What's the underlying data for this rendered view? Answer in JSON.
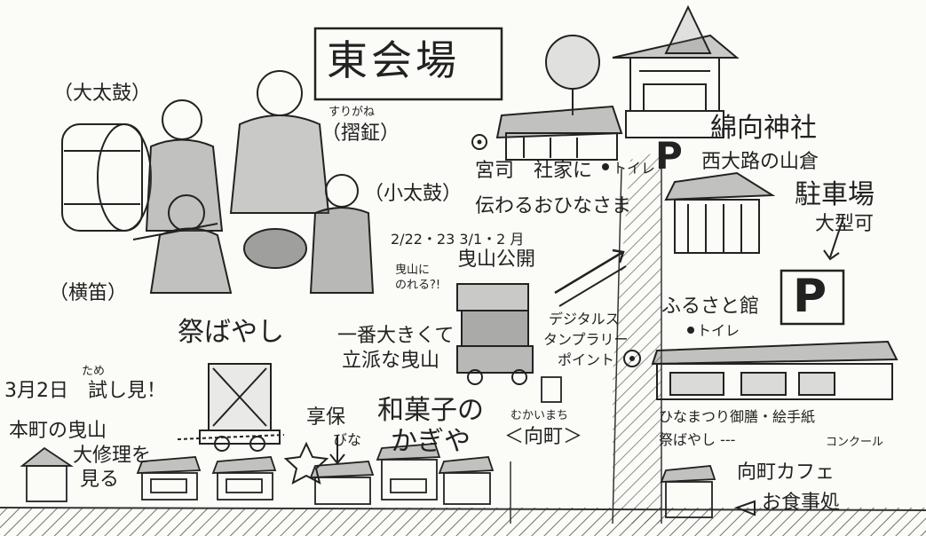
{
  "title": "東会場",
  "labels": {
    "odaiko": "（大太鼓）",
    "suri": "すりがね",
    "surigane": "（摺鉦）",
    "kodaiko": "（小太鼓）",
    "yokobue": "（横笛）",
    "matsuri_bayashi": "祭ばやし",
    "tame": "ため",
    "trial": "3月2日　試し見！",
    "honmachi_1": "本町の曳山",
    "honmachi_2": "大修理を",
    "honmachi_3": "見る",
    "kyoho_1": "享保",
    "kyoho_2": "びな",
    "wagashi_1": "和菓子の",
    "wagashi_2": "かぎや",
    "ichiban_1": "一番大きくて",
    "ichiban_2": "立派な曳山",
    "hikiyama_notte_1": "曳山に",
    "hikiyama_notte_2": "のれる?!",
    "digital_1": "デジタルス",
    "digital_2": "タンプラリー",
    "digital_3": "ポイント",
    "mukaimachi_kana": "むかいまち",
    "mukaimachi": "＜向町＞",
    "miyaji_1": "宮司　社家に",
    "miyaji_2": "伝わるおひなさま",
    "toilet_1": "トイレ",
    "schedule_1": "2/22・23 3/1・2 月",
    "schedule_2": "曳山公開",
    "shrine": "綿向神社",
    "nishi": "西大路の山倉",
    "parking_1": "駐車場",
    "parking_2": "大型可",
    "furusato": "ふるさと館",
    "toilet_2": "トイレ",
    "hinamatsuri": "ひなまつり御膳・絵手紙",
    "matsuri_bayashi_2": "祭ばやし ---",
    "concours": "コンクール",
    "cafe": "向町カフェ",
    "meal": "お食事処"
  },
  "signs": {
    "parking_small": "P",
    "parking_large": "P"
  },
  "colors": {
    "ink": "#222222",
    "paper": "#fbfbf8",
    "road_hatch": "#444444"
  },
  "icons": {
    "star": "star-icon",
    "arrow": "arrow-icon",
    "toilet": "toilet-dot-icon",
    "stamp": "stamp-point-icon"
  }
}
